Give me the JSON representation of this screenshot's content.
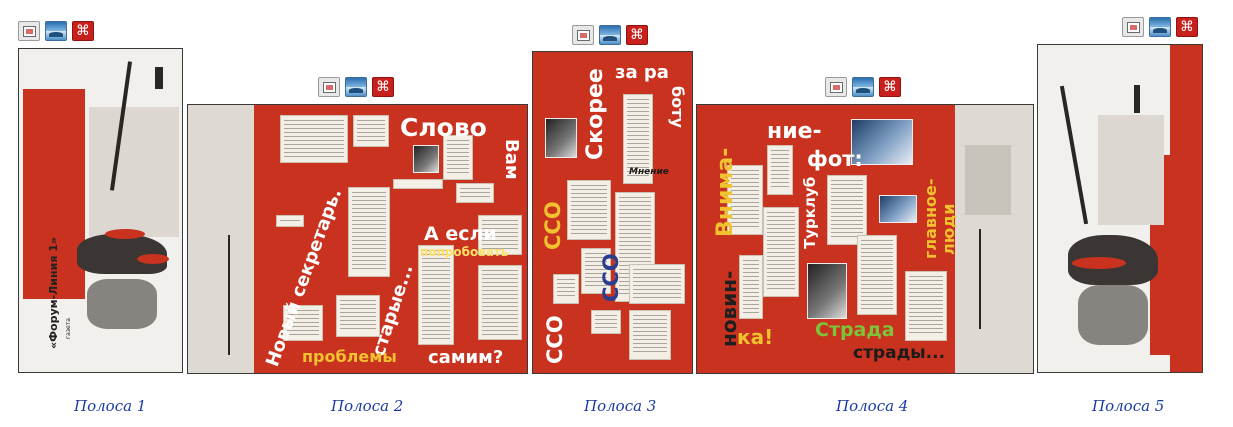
{
  "panels": [
    {
      "caption": "Полоса 1",
      "masthead": {
        "line1": "«Форум-Линия 1»",
        "line2": "газета"
      }
    },
    {
      "caption": "Полоса 2",
      "words": {
        "w1": "Слово",
        "w2": "Вам",
        "w3": "Новый секретарь.",
        "w4": "А если",
        "w5": "попробовать",
        "w6": "старые...",
        "w7": "проблемы",
        "w8": "самим?"
      }
    },
    {
      "caption": "Полоса 3",
      "words": {
        "w1": "Скорее",
        "w2": "за ра",
        "w3": "боту",
        "w4": "ССО",
        "w5": "ССО",
        "w6": "ССО",
        "w7": "Мнение"
      }
    },
    {
      "caption": "Полоса 4",
      "words": {
        "w1": "Внима-",
        "w2": "ние-",
        "w3": "фот:",
        "w4": "Турклуб",
        "w5": "главное-",
        "w6": "люди",
        "w7": "новин-",
        "w8": "ка!",
        "w9": "Страда",
        "w10": "страды..."
      }
    },
    {
      "caption": "Полоса 5"
    }
  ]
}
